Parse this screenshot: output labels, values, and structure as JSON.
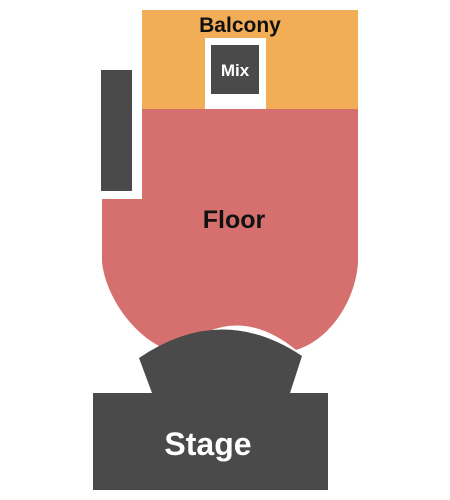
{
  "sections": {
    "balcony": {
      "label": "Balcony",
      "color": "#F2AE57"
    },
    "mix": {
      "label": "Mix",
      "color": "#4A4A4A",
      "text_color": "#FFFFFF"
    },
    "floor": {
      "label": "Floor",
      "color": "#D6706E"
    },
    "stage": {
      "label": "Stage",
      "color": "#4A4A4A",
      "text_color": "#FFFFFF"
    },
    "side_block": {
      "color": "#4A4A4A"
    }
  },
  "label_color": "#111111"
}
